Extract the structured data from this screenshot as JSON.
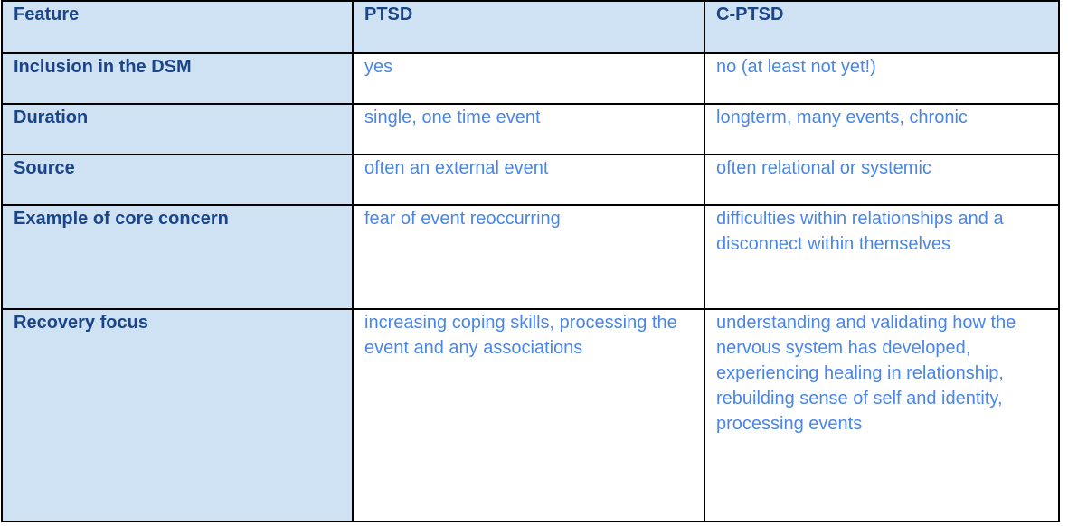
{
  "table": {
    "headers": [
      "Feature",
      "PTSD",
      "C-PTSD"
    ],
    "rows": [
      {
        "feature": "Inclusion in the DSM",
        "ptsd": "yes",
        "cptsd": "no (at least not yet!)"
      },
      {
        "feature": "Duration",
        "ptsd": "single, one time event",
        "cptsd": "longterm, many events, chronic"
      },
      {
        "feature": "Source",
        "ptsd": "often an external event",
        "cptsd": "often relational or systemic"
      },
      {
        "feature": "Example of core concern",
        "ptsd": "fear of event reoccurring",
        "cptsd": "difficulties within relationships and a disconnect within themselves"
      },
      {
        "feature": "Recovery focus",
        "ptsd": "increasing coping skills, processing the event and any associations",
        "cptsd": "understanding and validating how the nervous system has developed, experiencing healing in relationship, rebuilding sense of self and identity, processing events"
      }
    ]
  },
  "colors": {
    "header_background": "#cfe2f3",
    "label_text": "#1c4587",
    "value_text": "#4a86e8",
    "border": "#000000"
  }
}
